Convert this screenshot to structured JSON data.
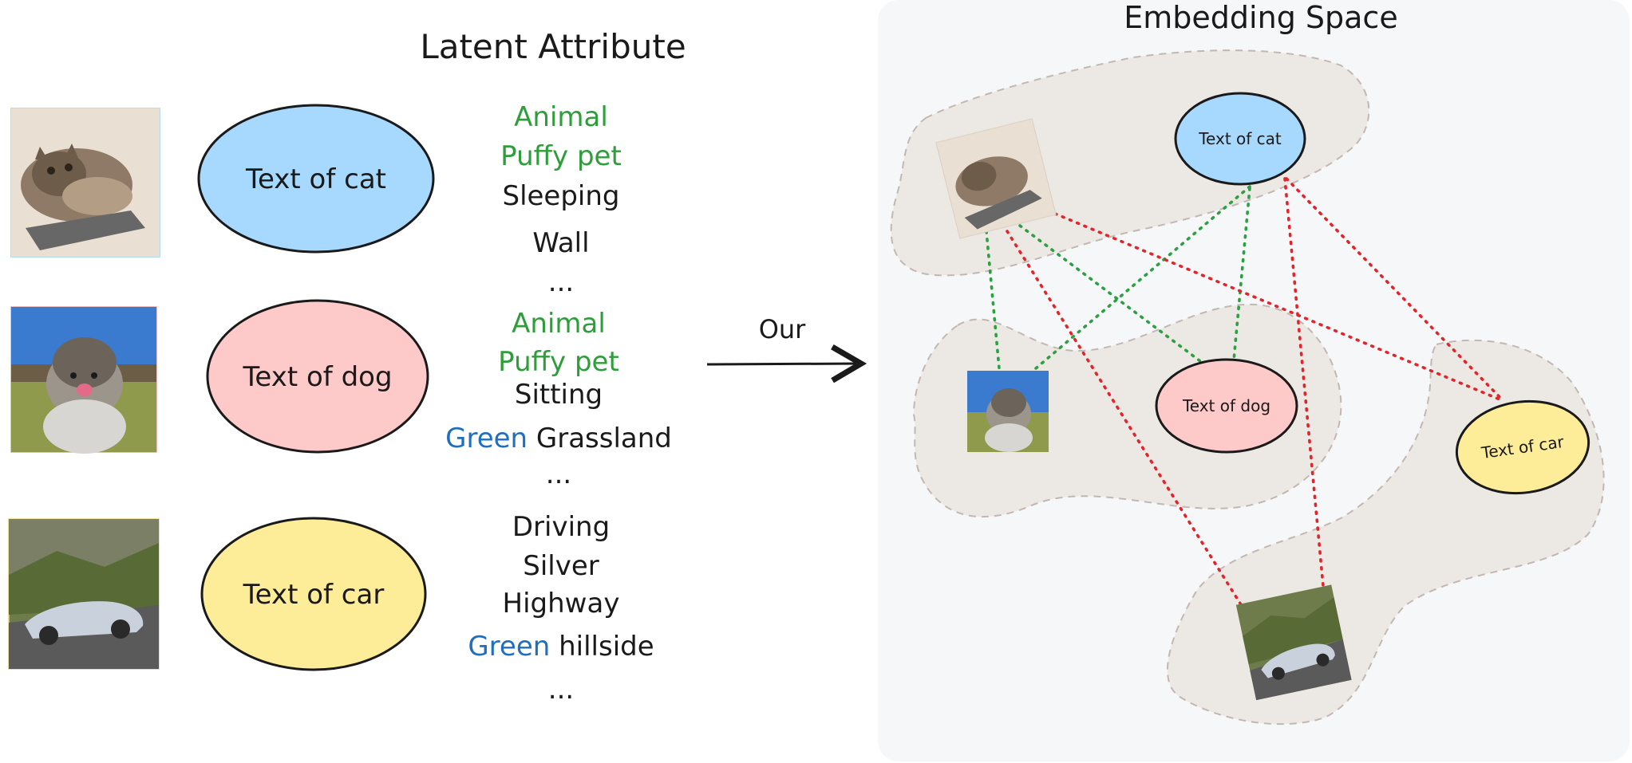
{
  "left_title": "Latent Attribute",
  "right_title": "Embedding Space",
  "arrow_label": "Our",
  "colors": {
    "cat": "#a7d8fd",
    "dog": "#fdc9c9",
    "car": "#fdec98",
    "green_attr": "#2e9e3a",
    "blue_attr": "#1f6fc0",
    "panel_bg": "#f6f7f9",
    "cluster_bg": "#ece8e4",
    "positive_link": "#2ea043",
    "negative_link": "#e0262b"
  },
  "rows": [
    {
      "id": "cat",
      "image_icon": "cat-photo",
      "ellipse_label": "Text of cat",
      "attributes": [
        {
          "parts": [
            {
              "text": "Animal",
              "tone": "green"
            }
          ]
        },
        {
          "parts": [
            {
              "text": "Puffy pet",
              "tone": "green"
            }
          ]
        },
        {
          "parts": [
            {
              "text": "Sleeping",
              "tone": "plain"
            }
          ]
        },
        {
          "parts": [
            {
              "text": "Wall",
              "tone": "plain"
            }
          ]
        },
        {
          "parts": [
            {
              "text": "...",
              "tone": "plain"
            }
          ]
        }
      ]
    },
    {
      "id": "dog",
      "image_icon": "dog-photo",
      "ellipse_label": "Text of dog",
      "attributes": [
        {
          "parts": [
            {
              "text": "Animal",
              "tone": "green"
            }
          ]
        },
        {
          "parts": [
            {
              "text": "Puffy pet",
              "tone": "green"
            }
          ]
        },
        {
          "parts": [
            {
              "text": "Sitting",
              "tone": "plain"
            }
          ]
        },
        {
          "parts": [
            {
              "text": "Green",
              "tone": "blue"
            },
            {
              "text": "Grassland",
              "tone": "plain"
            }
          ]
        },
        {
          "parts": [
            {
              "text": "...",
              "tone": "plain"
            }
          ]
        }
      ]
    },
    {
      "id": "car",
      "image_icon": "car-photo",
      "ellipse_label": "Text of car",
      "attributes": [
        {
          "parts": [
            {
              "text": "Driving",
              "tone": "plain"
            }
          ]
        },
        {
          "parts": [
            {
              "text": "Silver",
              "tone": "plain"
            }
          ]
        },
        {
          "parts": [
            {
              "text": "Highway",
              "tone": "plain"
            }
          ]
        },
        {
          "parts": [
            {
              "text": "Green",
              "tone": "blue"
            },
            {
              "text": "hillside",
              "tone": "plain"
            }
          ]
        },
        {
          "parts": [
            {
              "text": "...",
              "tone": "plain"
            }
          ]
        }
      ]
    }
  ],
  "embedding": {
    "nodes": {
      "cat_text": "Text of cat",
      "dog_text": "Text of dog",
      "car_text": "Text of car"
    },
    "positive_links": [
      [
        "cat_image",
        "dog_image"
      ],
      [
        "cat_image",
        "dog_text"
      ],
      [
        "dog_image",
        "cat_text"
      ],
      [
        "cat_text",
        "dog_text"
      ]
    ],
    "negative_links": [
      [
        "cat_image",
        "car_text"
      ],
      [
        "cat_image",
        "car_image"
      ],
      [
        "cat_text",
        "car_image"
      ],
      [
        "cat_text",
        "car_text"
      ]
    ]
  }
}
